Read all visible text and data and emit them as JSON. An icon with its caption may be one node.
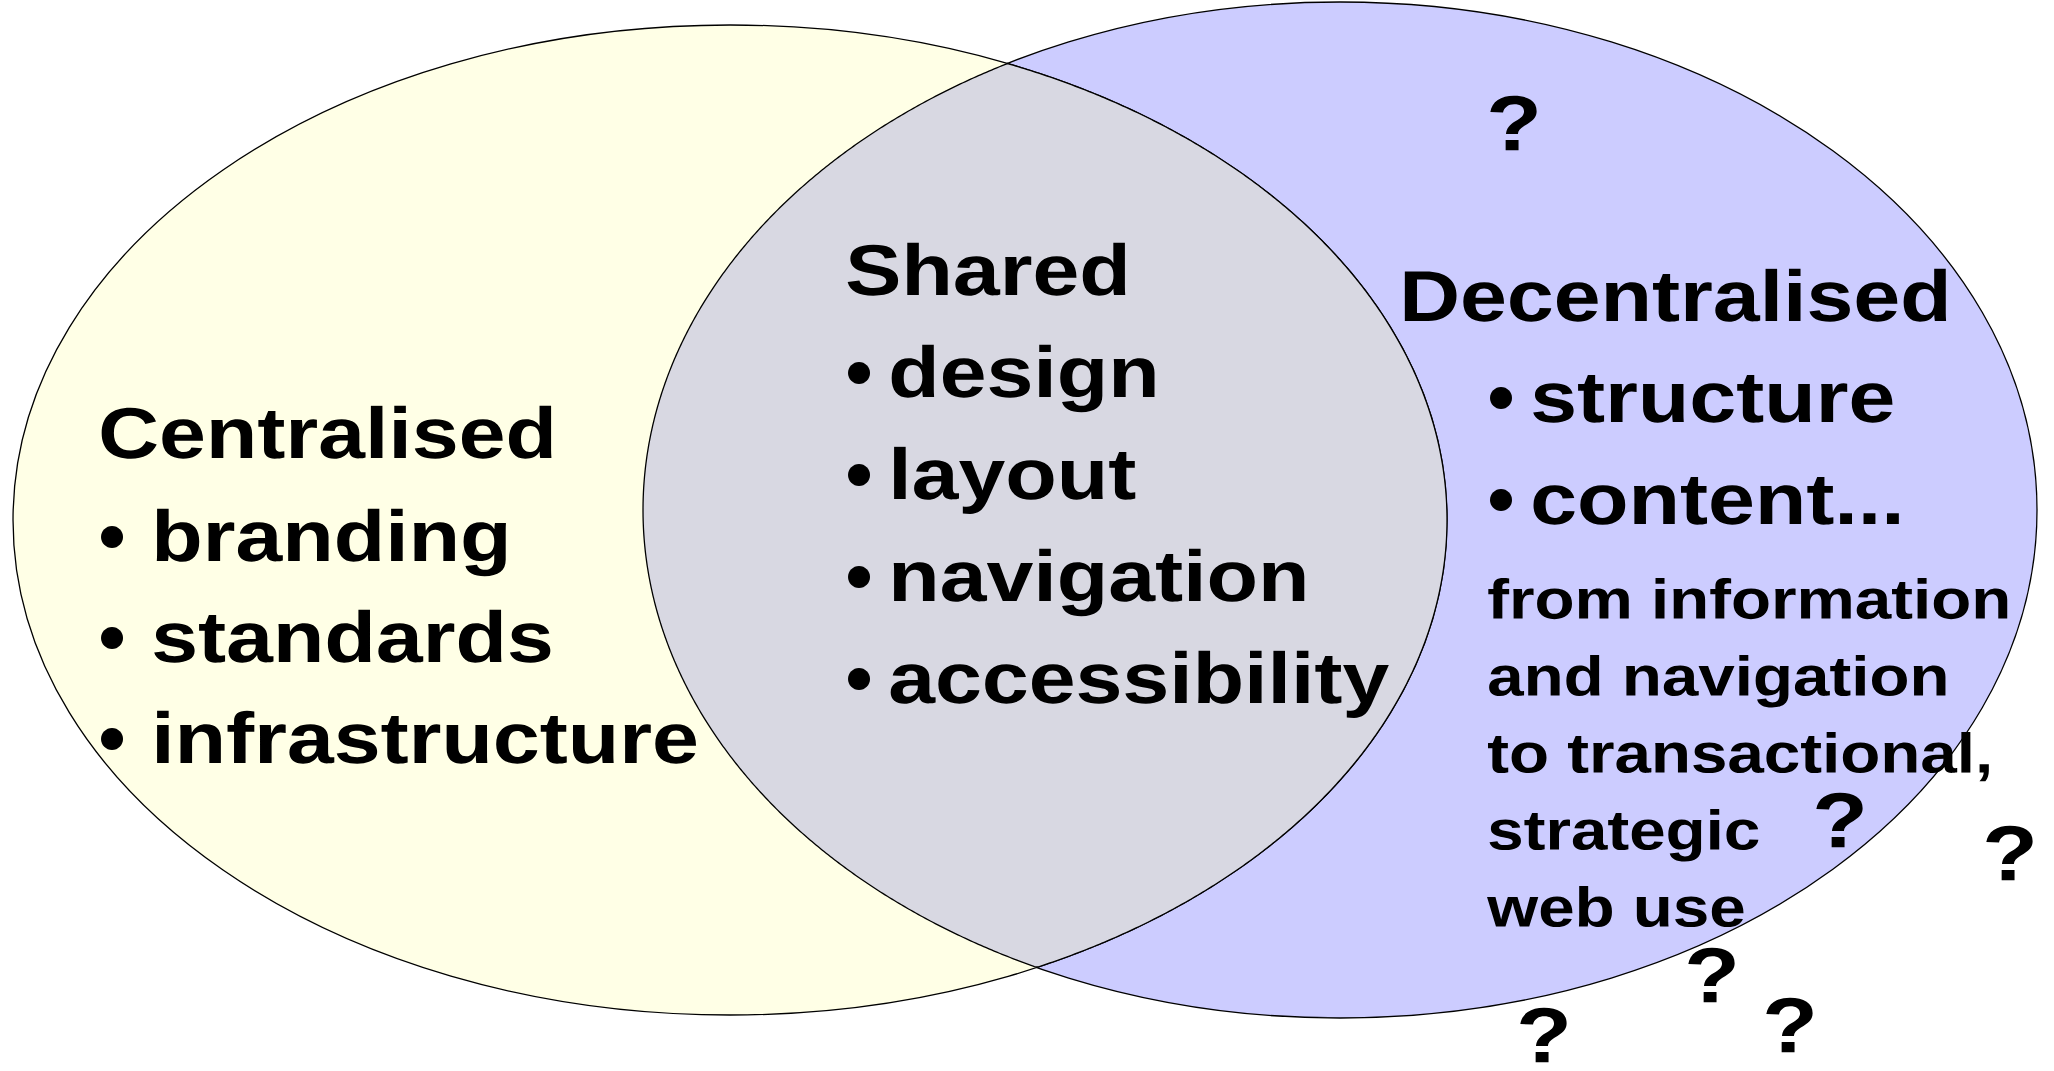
{
  "diagram": {
    "nodes": [
      {
        "text": [
          "Centralised",
          "branding",
          "standards",
          "infrastructure"
        ]
      },
      {
        "text": [
          "Shared",
          "design",
          "layout",
          "navigation",
          "accessibility"
        ]
      },
      {
        "text": [
          "Decentralised",
          "structure",
          "content...",
          "from information and navigation to transactional, strategic web use"
        ]
      }
    ],
    "edges": [],
    "labels": [
      "?",
      "?",
      "?",
      "?",
      "?",
      "?"
    ]
  }
}
